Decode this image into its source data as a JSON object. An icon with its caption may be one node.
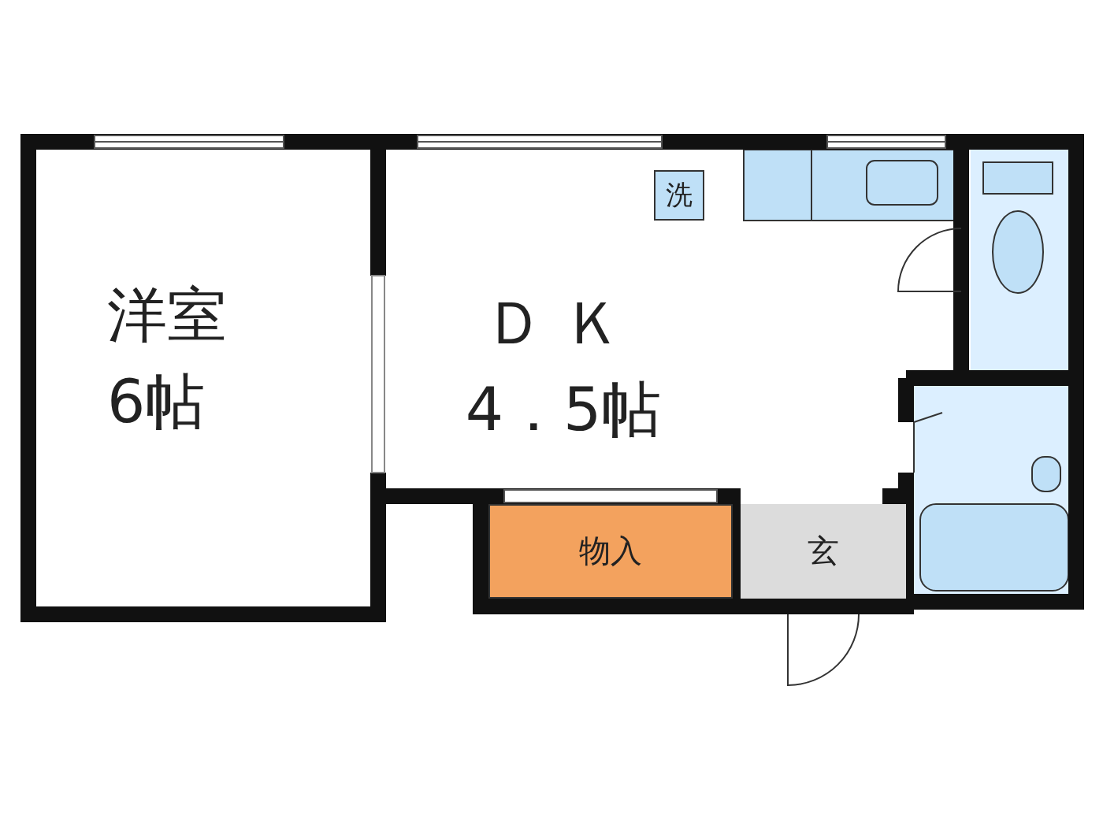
{
  "diagram": {
    "nodes": [
      {
        "text": [
          "洋室",
          "6帖"
        ]
      },
      {
        "text": [
          "ＤＫ",
          "4．5帖"
        ]
      },
      {
        "text": [
          "洗"
        ],
        "in": 1
      },
      {
        "text": [
          "物入"
        ]
      },
      {
        "text": [
          "玄"
        ]
      }
    ]
  }
}
